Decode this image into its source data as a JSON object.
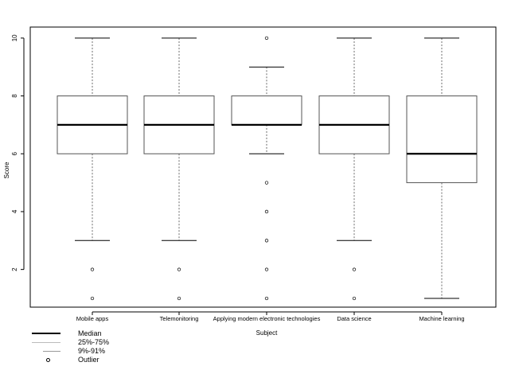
{
  "chart_data": {
    "type": "boxplot",
    "title": "",
    "xlabel": "Subject",
    "ylabel": "Score",
    "ylim": [
      1,
      10
    ],
    "yticks": [
      2,
      4,
      6,
      8,
      10
    ],
    "grid": false,
    "categories": [
      "Mobile apps",
      "Telemonitoring",
      "Applying modern electronic technologies",
      "Data science",
      "Machine learning"
    ],
    "boxes": [
      {
        "whisker_low": 3,
        "q1": 6,
        "median": 7,
        "q3": 8,
        "whisker_high": 10,
        "outliers": [
          1,
          2
        ]
      },
      {
        "whisker_low": 3,
        "q1": 6,
        "median": 7,
        "q3": 8,
        "whisker_high": 10,
        "outliers": [
          1,
          2
        ]
      },
      {
        "whisker_low": 6,
        "q1": 7,
        "median": 7,
        "q3": 8,
        "whisker_high": 9,
        "outliers": [
          1,
          2,
          3,
          4,
          5,
          10
        ]
      },
      {
        "whisker_low": 3,
        "q1": 6,
        "median": 7,
        "q3": 8,
        "whisker_high": 10,
        "outliers": [
          1,
          2
        ]
      },
      {
        "whisker_low": 1,
        "q1": 5,
        "median": 6,
        "q3": 8,
        "whisker_high": 10,
        "outliers": []
      }
    ],
    "legend": [
      {
        "key": "median",
        "label": "Median"
      },
      {
        "key": "iqr",
        "label": "25%-75%"
      },
      {
        "key": "whisker",
        "label": "9%-91%"
      },
      {
        "key": "outlier",
        "label": "Outlier"
      }
    ],
    "legend_position": "bottom-left"
  }
}
